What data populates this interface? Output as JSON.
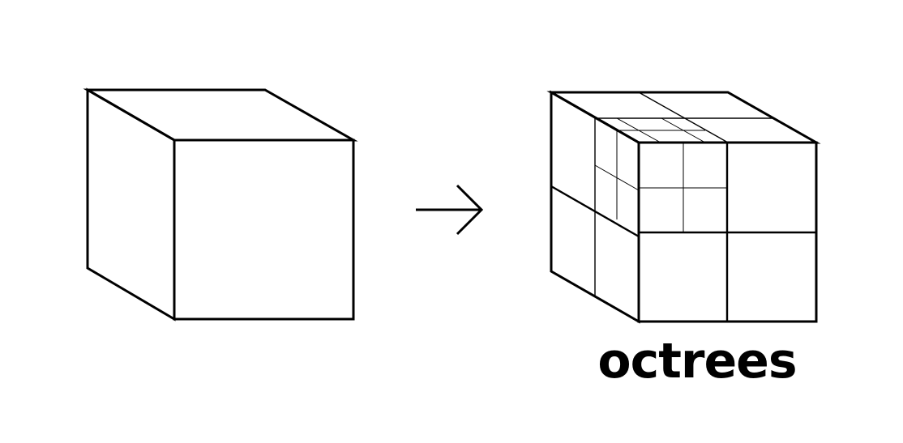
{
  "diagram": {
    "label": "octrees",
    "line_color": "#000000",
    "background": "#ffffff",
    "elements": {
      "left": "plain-cube",
      "middle": "right-arrow-icon",
      "right": "octree-cube"
    }
  }
}
